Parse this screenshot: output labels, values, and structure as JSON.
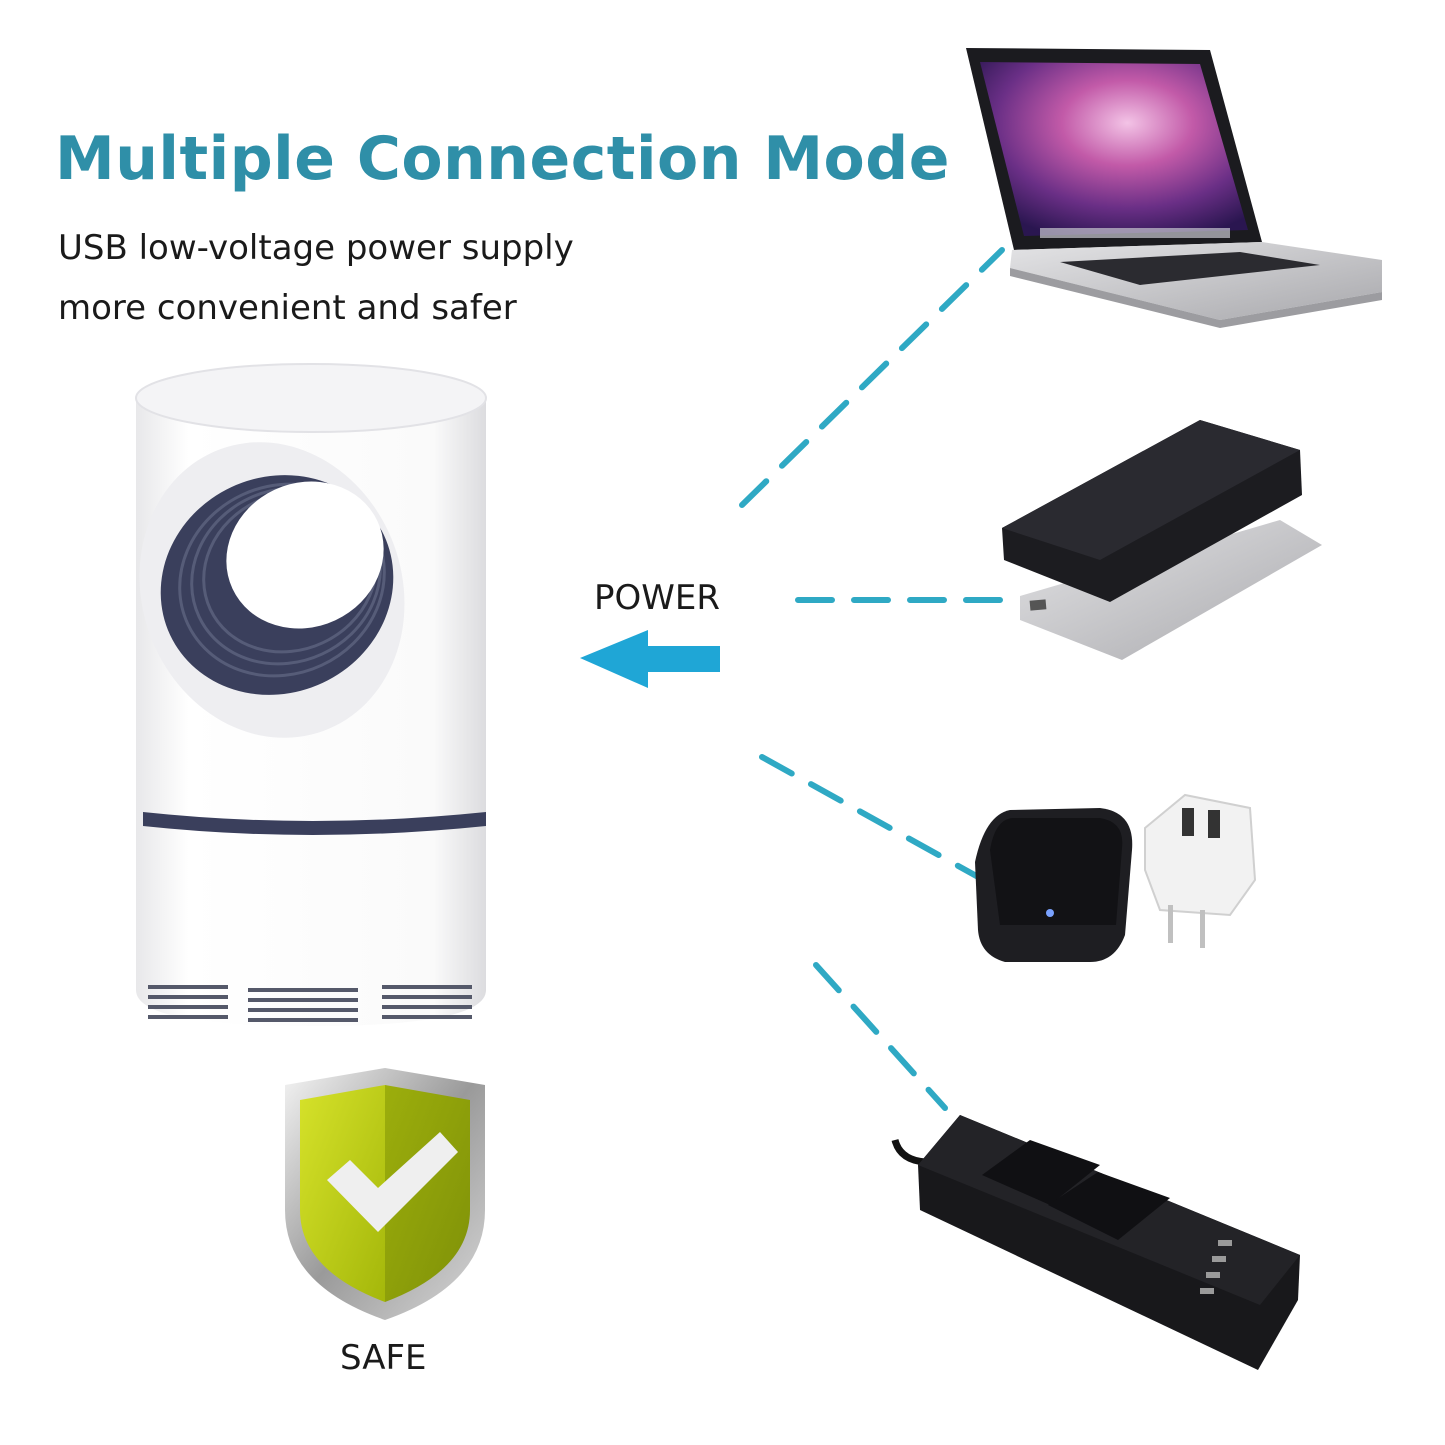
{
  "header": {
    "title": "Multiple Connection Mode",
    "subtitle_lines": [
      "USB low-voltage power supply",
      "more convenient and safer"
    ]
  },
  "center": {
    "power_label": "POWER",
    "arrow_direction": "left"
  },
  "badge": {
    "label": "SAFE",
    "icon": "shield-check-icon"
  },
  "product": {
    "name": "usb-mosquito-lamp"
  },
  "power_sources": [
    {
      "name": "laptop",
      "icon": "laptop-icon"
    },
    {
      "name": "power bank",
      "icon": "power-bank-icon"
    },
    {
      "name": "USB wall adapter",
      "icon": "wall-charger-icon"
    },
    {
      "name": "power strip",
      "icon": "power-strip-icon"
    }
  ],
  "colors": {
    "title": "#2f8fa8",
    "dash_line": "#2fa9c4",
    "arrow": "#1fa6d6",
    "shield": "#b5c70f",
    "lamp_accent": "#3a3f5c",
    "text": "#1a1a1a"
  }
}
